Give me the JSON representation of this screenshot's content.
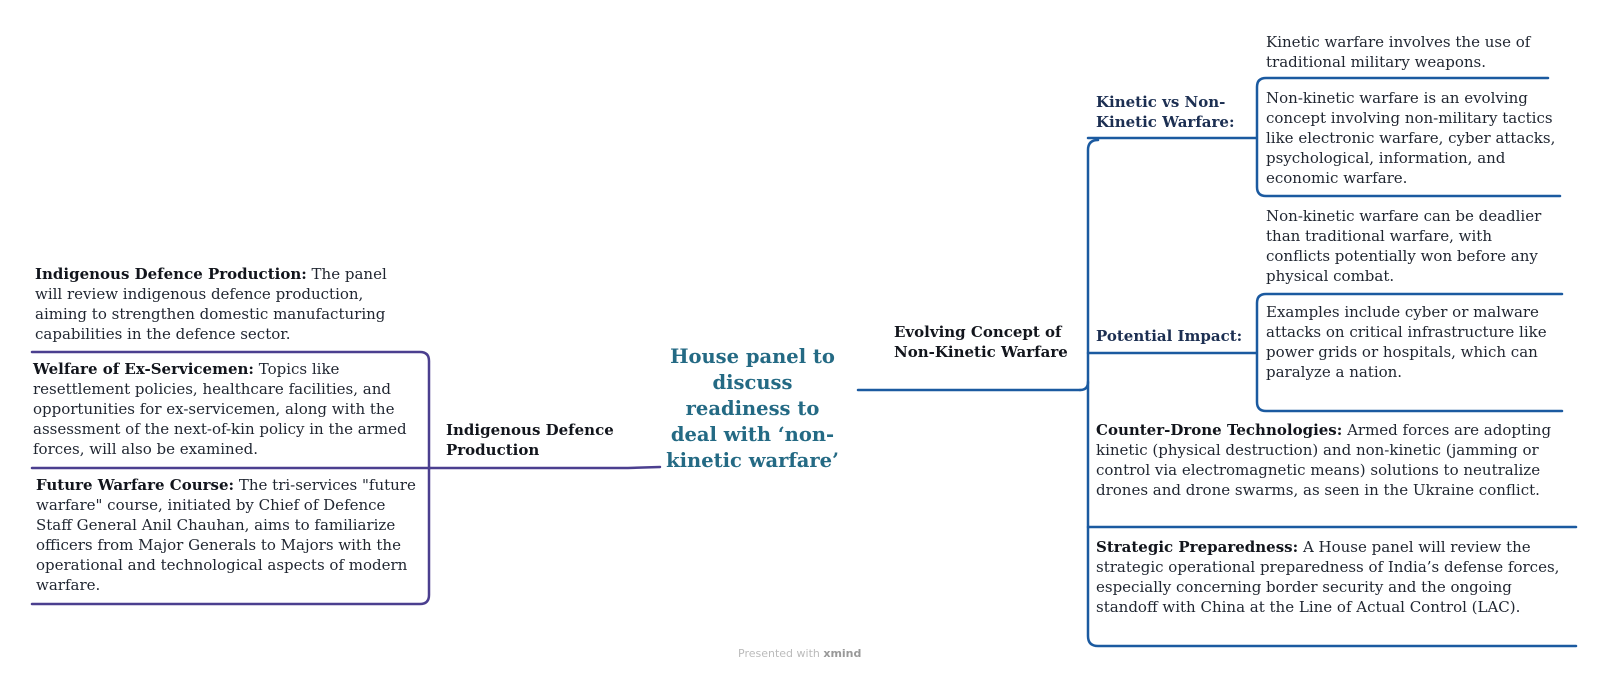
{
  "central_topic": "House panel to discuss readiness to deal with ‘non-kinetic warfare’",
  "left": {
    "branch_label": "Indigenous Defence Production",
    "items": [
      {
        "title": "Indigenous Defence Production:",
        "text": "The panel will review indigenous defence production, aiming to strengthen domestic manufacturing capabilities in the defence sector."
      },
      {
        "title": "Welfare of Ex-Servicemen:",
        "text": "Topics like resettlement policies, healthcare facilities, and opportunities for ex-servicemen, along with the assessment of the next-of-kin policy in the armed forces, will also be examined."
      },
      {
        "title": "Future Warfare Course:",
        "text": "The tri-services \"future warfare\" course, initiated by Chief of Defence Staff General Anil Chauhan, aims to familiarize officers from Major Generals to Majors with the operational and technological aspects of modern warfare."
      }
    ]
  },
  "right": {
    "branch_label": "Evolving Concept of Non-Kinetic Warfare",
    "kinetic_vs": {
      "label": "Kinetic vs Non-Kinetic Warfare:",
      "items": [
        "Kinetic warfare involves the use of traditional military weapons.",
        "Non-kinetic warfare is an evolving concept involving non-military tactics like electronic warfare, cyber attacks, psychological, information, and economic warfare."
      ]
    },
    "potential_impact": {
      "label": "Potential Impact:",
      "items": [
        "Non-kinetic warfare can be deadlier than traditional warfare, with conflicts potentially won before any physical combat.",
        "Examples include cyber or malware attacks on critical infrastructure like power grids or hospitals, which can paralyze a nation."
      ]
    },
    "counter_drone": {
      "title": "Counter-Drone Technologies:",
      "text": "Armed forces are adopting kinetic (physical destruction) and non-kinetic (jamming or control via electromagnetic means) solutions to neutralize drones and drone swarms, as seen in the Ukraine conflict."
    },
    "strategic": {
      "title": "Strategic Preparedness:",
      "text": "A House panel will review the strategic operational preparedness of India’s defense forces, especially concerning border security and the ongoing standoff with China at the Line of Actual Control (LAC)."
    }
  },
  "footer": {
    "prefix": "Presented with",
    "brand": "xmind"
  },
  "colors": {
    "left_line": "#4b3f8f",
    "right_line": "#1b5aa0",
    "central_text": "#246a84"
  }
}
